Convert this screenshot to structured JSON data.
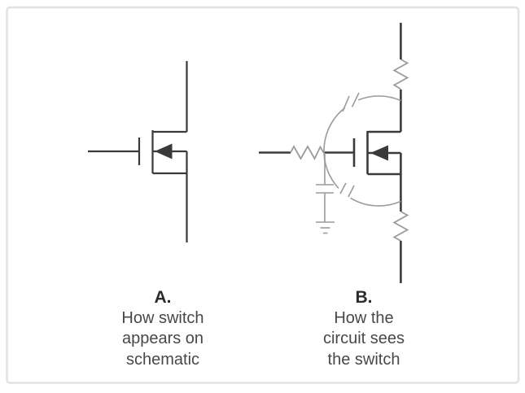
{
  "window": {
    "description": "Schematic figure comparing a MOSFET switch symbol with its parasitic equivalent circuit"
  },
  "colors": {
    "frame_border": "#e2e2e2",
    "circuit_dark": "#3a3a3c",
    "circuit_gray": "#9b9b9b",
    "text": "#48484a",
    "label": "#2b2b2b"
  },
  "panels": [
    {
      "label": "A.",
      "caption_lines": [
        "How switch",
        "appears on",
        "schematic"
      ]
    },
    {
      "label": "B.",
      "caption_lines": [
        "How the",
        "circuit sees",
        "the switch"
      ]
    }
  ]
}
